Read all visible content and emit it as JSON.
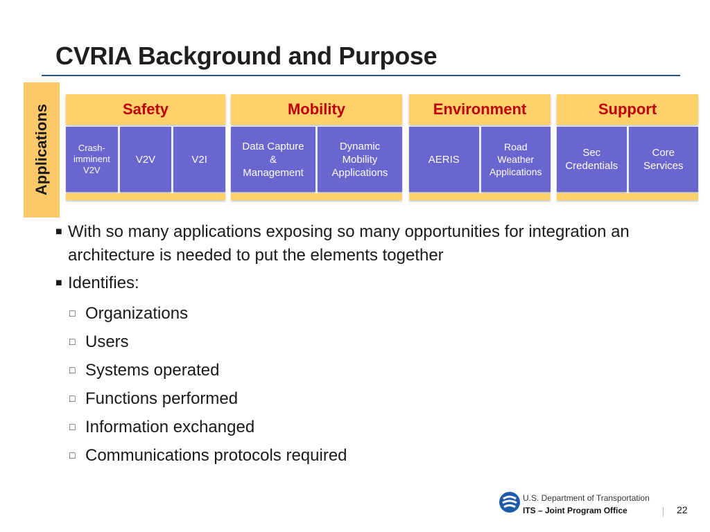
{
  "title": "CVRIA Background and Purpose",
  "side_label": "Applications",
  "groups": [
    {
      "header": "Safety",
      "cells": [
        "Crash-\nimminent\nV2V",
        "V2V",
        "V2I"
      ]
    },
    {
      "header": "Mobility",
      "cells": [
        "Data Capture\n&\nManagement",
        "Dynamic\nMobility\nApplications"
      ]
    },
    {
      "header": "Environment",
      "cells": [
        "AERIS",
        "Road\nWeather\nApplications"
      ]
    },
    {
      "header": "Support",
      "cells": [
        "Sec\nCredentials",
        "Core\nServices"
      ]
    }
  ],
  "bullets": {
    "b1": "With so many applications exposing so many opportunities for integration an architecture is needed to put the elements together",
    "b2": "Identifies:",
    "sub": [
      "Organizations",
      "Users",
      "Systems operated",
      "Functions performed",
      "Information exchanged",
      "Communications protocols required"
    ]
  },
  "footer": {
    "dept": "U.S. Department of Transportation",
    "office": "ITS – Joint Program Office",
    "page": "22"
  },
  "colors": {
    "header_fill": "#ffd16a",
    "header_text": "#c00000",
    "cell_fill": "#6a66d0",
    "rule": "#2d4f8a",
    "logo": "#1f5ba8"
  },
  "icons": {
    "bullet": "square-bullet",
    "sub_bullet": "hollow-square-bullet",
    "logo": "dot-logo-icon"
  }
}
